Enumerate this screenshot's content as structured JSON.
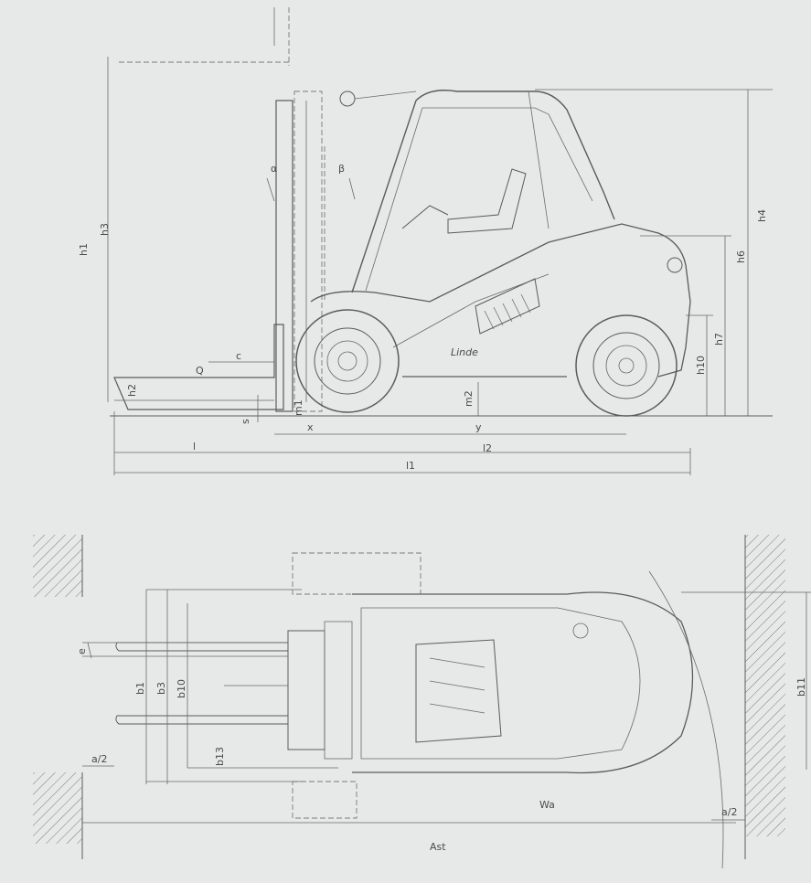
{
  "side_view_labels": {
    "h1": "h1",
    "h2": "h2",
    "h3": "h3",
    "h4": "h4",
    "h6": "h6",
    "h7": "h7",
    "h10": "h10",
    "m1": "m1",
    "m2": "m2",
    "s": "s",
    "x": "x",
    "y": "y",
    "l": "l",
    "l1": "l1",
    "l2": "l2",
    "c": "c",
    "Q": "Q",
    "alpha": "α",
    "beta": "β",
    "brand": "Linde"
  },
  "top_view_labels": {
    "e": "e",
    "b1": "b1",
    "b3": "b3",
    "b10": "b10",
    "b11": "b11",
    "b13": "b13",
    "a_half_left": "a/2",
    "a_half_right": "a/2",
    "Wa": "Wa",
    "Ast": "Ast"
  }
}
